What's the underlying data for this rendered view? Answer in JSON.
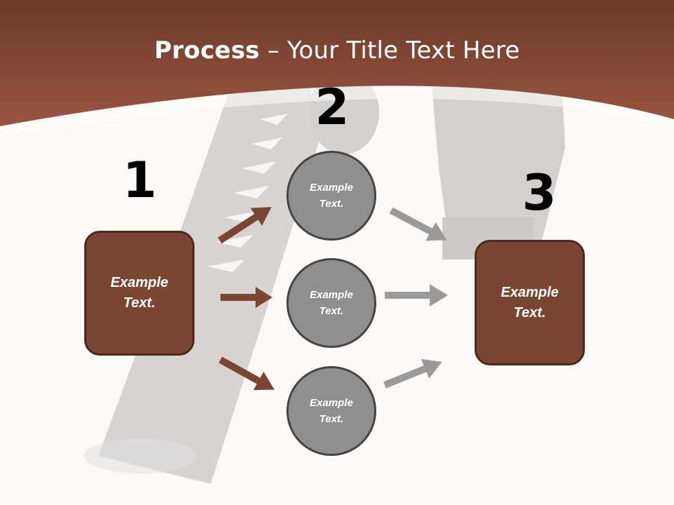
{
  "title": {
    "bold": "Process",
    "rest": " – Your Title Text Here"
  },
  "steps": [
    "1",
    "2",
    "3"
  ],
  "left_box": {
    "line1": "Example",
    "line2": "Text."
  },
  "circles": [
    {
      "line1": "Example",
      "line2": "Text."
    },
    {
      "line1": "Example",
      "line2": "Text."
    },
    {
      "line1": "Example",
      "line2": "Text."
    }
  ],
  "right_box": {
    "line1": "Example",
    "line2": "Text."
  },
  "colors": {
    "header": "#8b4a35",
    "box_fill": "#7a4532",
    "circle_fill": "#8f8f8f",
    "arrow_brown": "#7a4532",
    "arrow_gray": "#9a9a9a"
  }
}
